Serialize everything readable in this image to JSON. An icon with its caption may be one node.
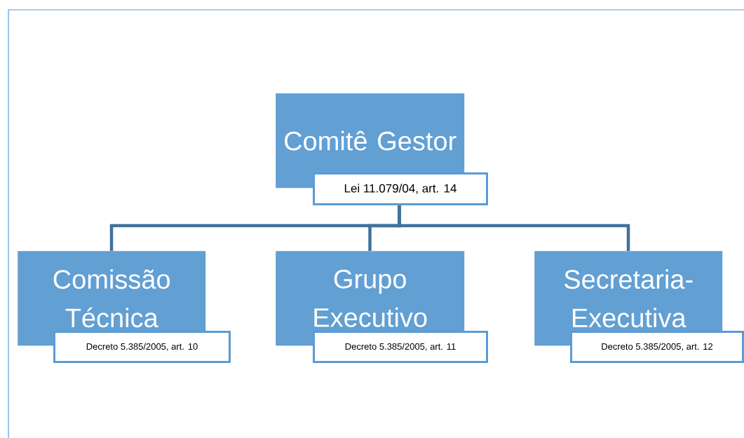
{
  "diagram": {
    "nodes": [
      {
        "text": [
          "Comitê Gestor"
        ]
      },
      {
        "text": [
          "Lei 11.079/04,  art. 14"
        ]
      },
      {
        "text": [
          "Comissão Técnica"
        ]
      },
      {
        "text": [
          "Decreto 5.385/2005, art. 10"
        ]
      },
      {
        "text": [
          "Grupo Executivo"
        ]
      },
      {
        "text": [
          "Decreto 5.385/2005, art. 11"
        ]
      },
      {
        "text": [
          "Secretaria-Executiva"
        ]
      },
      {
        "text": [
          "Decreto 5.385/2005, art. 12"
        ]
      }
    ],
    "edges": [
      {
        "from": 1,
        "to": 2,
        "arrow": "none"
      },
      {
        "from": 1,
        "to": 4,
        "arrow": "none"
      },
      {
        "from": 1,
        "to": 6,
        "arrow": "none"
      }
    ]
  }
}
